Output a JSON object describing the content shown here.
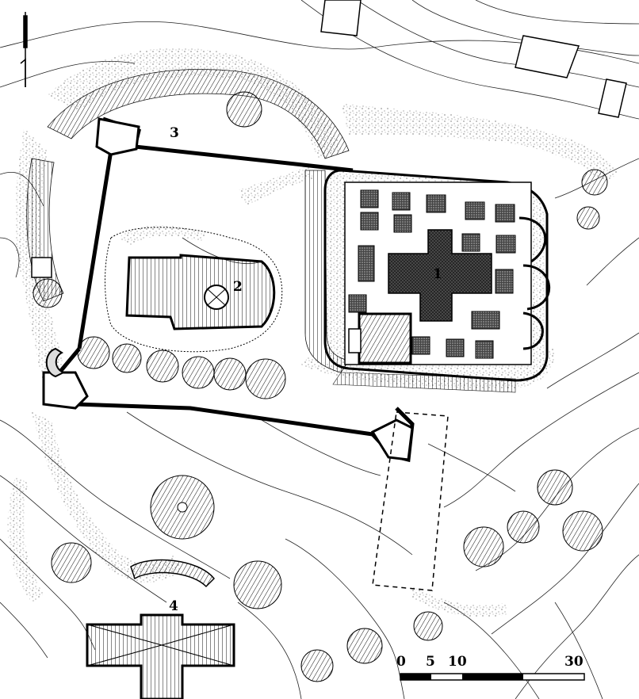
{
  "map": {
    "labels": {
      "church_complex": "1",
      "chapel": "2",
      "tower": "3",
      "cross_church": "4"
    },
    "scale_bar": {
      "ticks": [
        "0",
        "5",
        "10",
        "30"
      ]
    },
    "north_arrow": "north-arrow"
  }
}
